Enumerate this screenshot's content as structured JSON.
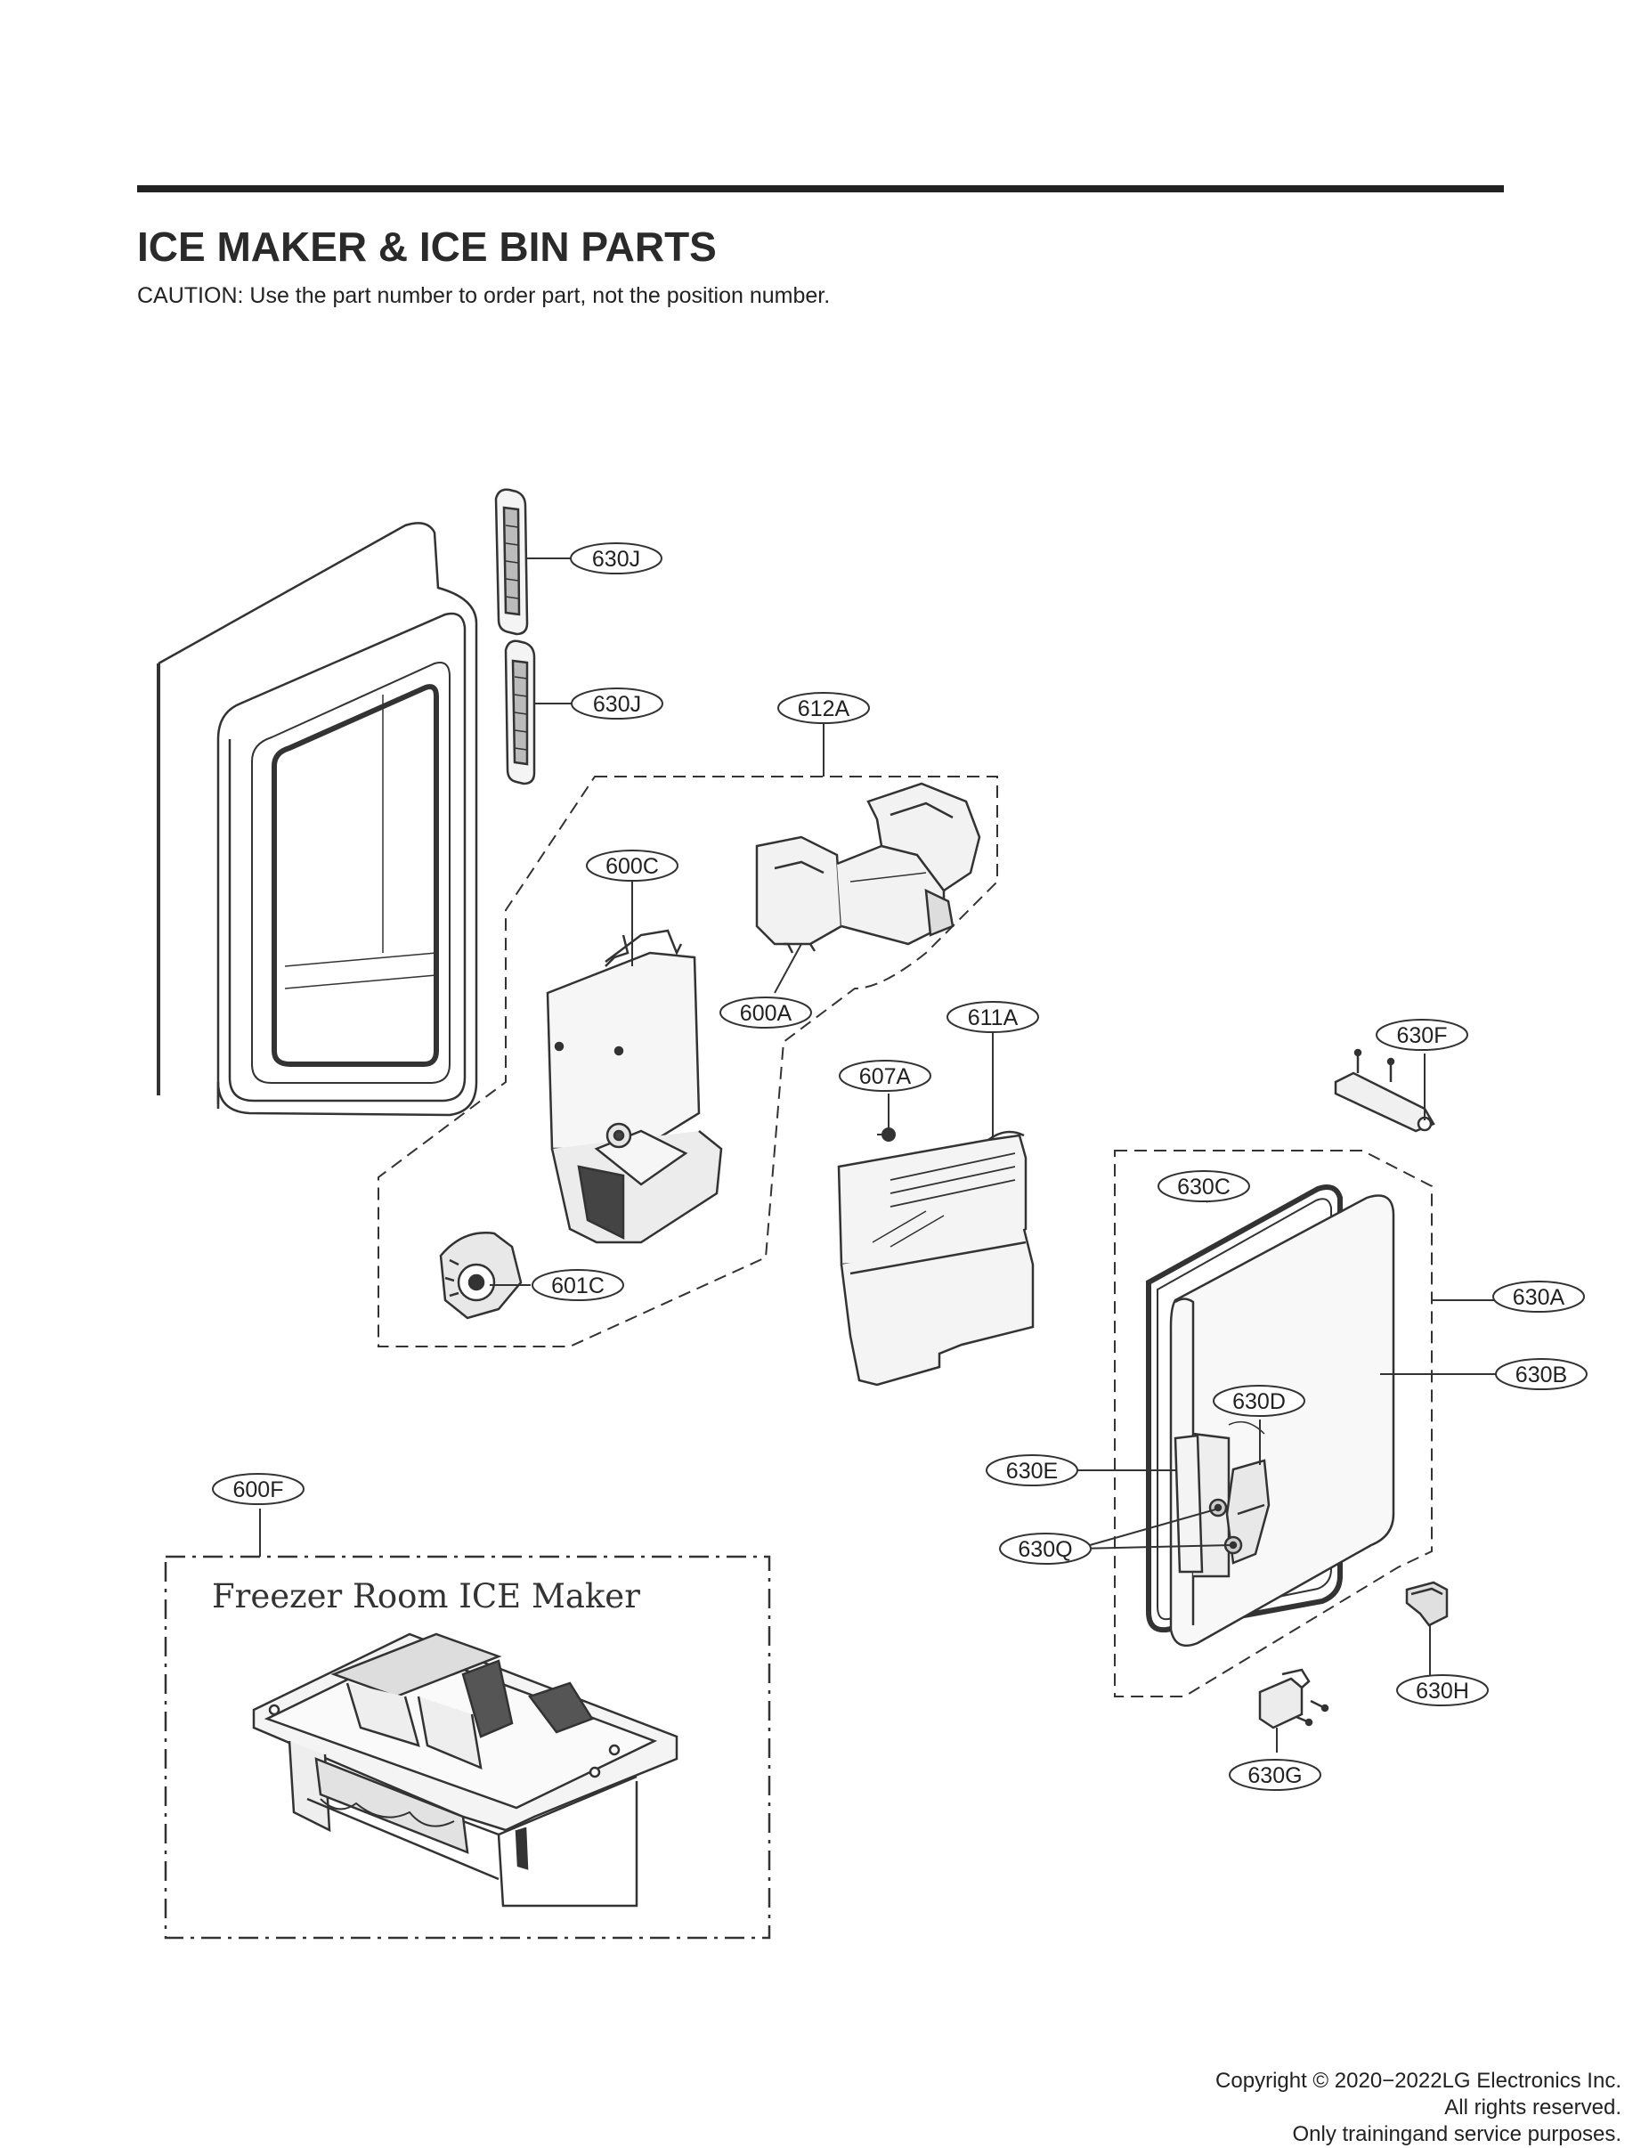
{
  "header": {
    "title": "ICE MAKER & ICE BIN PARTS",
    "caution": "CAUTION: Use the part number to order part, not the position number."
  },
  "diagram": {
    "callouts": [
      {
        "id": "630J-upper",
        "label": "630J"
      },
      {
        "id": "630J-lower",
        "label": "630J"
      },
      {
        "id": "612A",
        "label": "612A"
      },
      {
        "id": "600C",
        "label": "600C"
      },
      {
        "id": "600A",
        "label": "600A"
      },
      {
        "id": "611A",
        "label": "611A"
      },
      {
        "id": "607A",
        "label": "607A"
      },
      {
        "id": "630F",
        "label": "630F"
      },
      {
        "id": "630C",
        "label": "630C"
      },
      {
        "id": "630A",
        "label": "630A"
      },
      {
        "id": "630B",
        "label": "630B"
      },
      {
        "id": "601C",
        "label": "601C"
      },
      {
        "id": "630D",
        "label": "630D"
      },
      {
        "id": "630E",
        "label": "630E"
      },
      {
        "id": "630Q",
        "label": "630Q"
      },
      {
        "id": "600F",
        "label": "600F"
      },
      {
        "id": "630H",
        "label": "630H"
      },
      {
        "id": "630G",
        "label": "630G"
      }
    ],
    "group_label": "Freezer Room ICE Maker"
  },
  "footer": {
    "copyright_line1": "Copyright © 2020−2022LG Electronics Inc.",
    "copyright_line2": "All rights reserved.",
    "copyright_line3": "Only trainingand service purposes."
  }
}
